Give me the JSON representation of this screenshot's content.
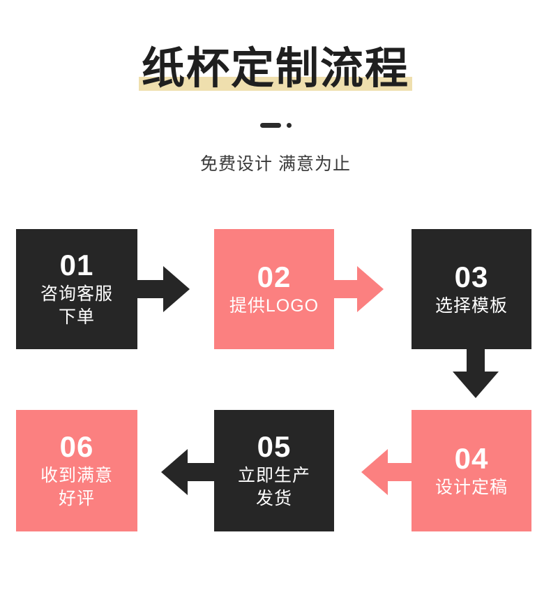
{
  "header": {
    "title": "纸杯定制流程",
    "subtitle": "免费设计 满意为止",
    "highlight_color": "#efdfae",
    "divider_icon": "dash-dot-divider"
  },
  "colors": {
    "dark": "#262626",
    "pink": "#fb8080",
    "background": "#ffffff",
    "text_on_box": "#ffffff",
    "title_text": "#1f1f1f"
  },
  "flow": {
    "steps": [
      {
        "num": "01",
        "label": "咨询客服\n下单",
        "label_line1": "咨询客服",
        "label_line2": "下单",
        "style": "dark"
      },
      {
        "num": "02",
        "label": "提供LOGO",
        "label_line1": "提供LOGO",
        "label_line2": "",
        "style": "pink"
      },
      {
        "num": "03",
        "label": "选择模板",
        "label_line1": "选择模板",
        "label_line2": "",
        "style": "dark"
      },
      {
        "num": "04",
        "label": "设计定稿",
        "label_line1": "设计定稿",
        "label_line2": "",
        "style": "pink"
      },
      {
        "num": "05",
        "label": "立即生产\n发货",
        "label_line1": "立即生产",
        "label_line2": "发货",
        "style": "dark"
      },
      {
        "num": "06",
        "label": "收到满意\n好评",
        "label_line1": "收到满意",
        "label_line2": "好评",
        "style": "pink"
      }
    ],
    "arrows": [
      {
        "id": "01-02",
        "direction": "right",
        "color": "#262626"
      },
      {
        "id": "02-03",
        "direction": "right",
        "color": "#fb8080"
      },
      {
        "id": "03-04",
        "direction": "down",
        "color": "#262626"
      },
      {
        "id": "04-05",
        "direction": "left",
        "color": "#fb8080"
      },
      {
        "id": "05-06",
        "direction": "left",
        "color": "#262626"
      }
    ]
  }
}
